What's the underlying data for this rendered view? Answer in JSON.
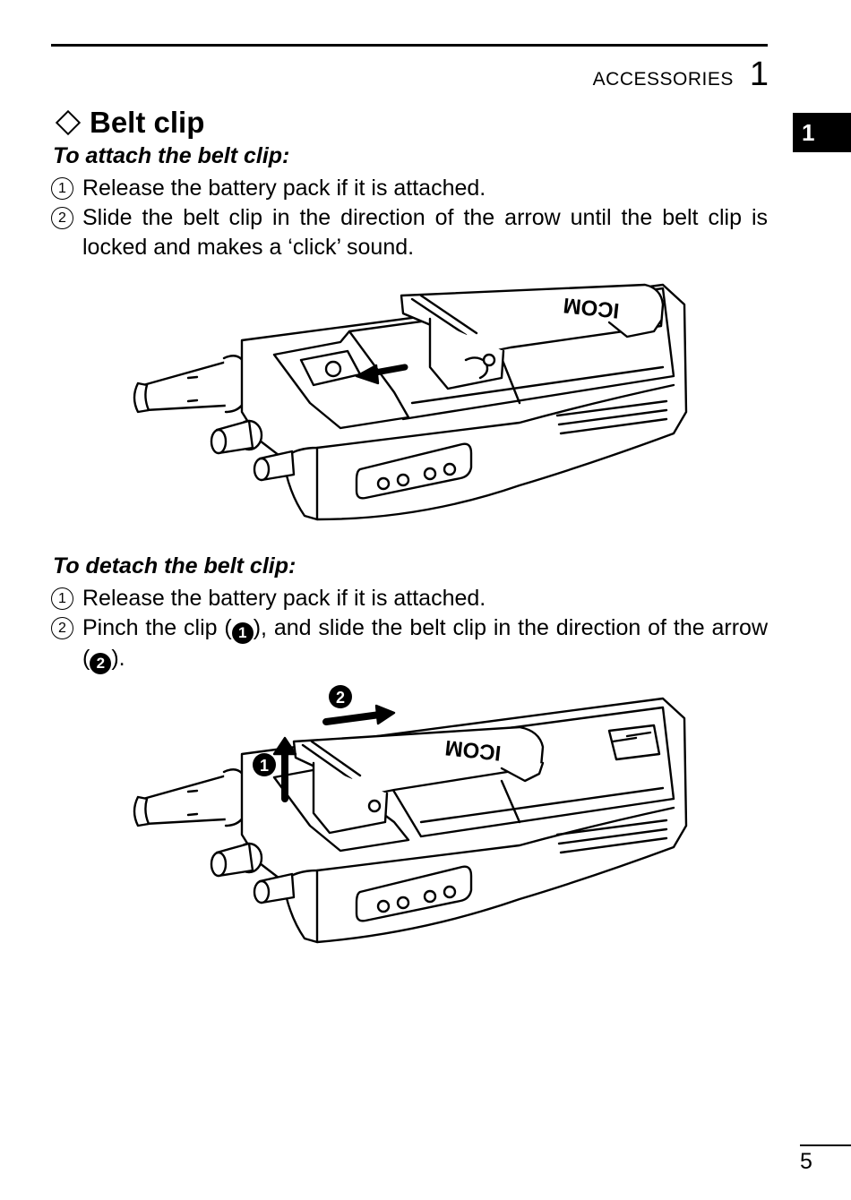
{
  "header": {
    "section": "ACCESSORIES",
    "chapter": "1"
  },
  "side_tab": "1",
  "title": "Belt clip",
  "attach": {
    "heading": "To attach the belt clip:",
    "steps": [
      {
        "num": "1",
        "text": "Release the battery pack if it is attached."
      },
      {
        "num": "2",
        "text": "Slide the belt clip in the direction of the arrow until the belt clip is locked and makes a ‘click’ sound."
      }
    ]
  },
  "detach": {
    "heading": "To detach the belt clip:",
    "steps": [
      {
        "num": "1",
        "text": "Release the battery pack if it is attached."
      },
      {
        "num": "2",
        "text_a": "Pinch the clip (",
        "mark1": "1",
        "text_b": "), and slide the belt clip in the direction of the arrow (",
        "mark2": "2",
        "text_c": ")."
      }
    ]
  },
  "illustration": {
    "logo": "ICOM",
    "callout1": "1",
    "callout2": "2"
  },
  "page_number": "5"
}
